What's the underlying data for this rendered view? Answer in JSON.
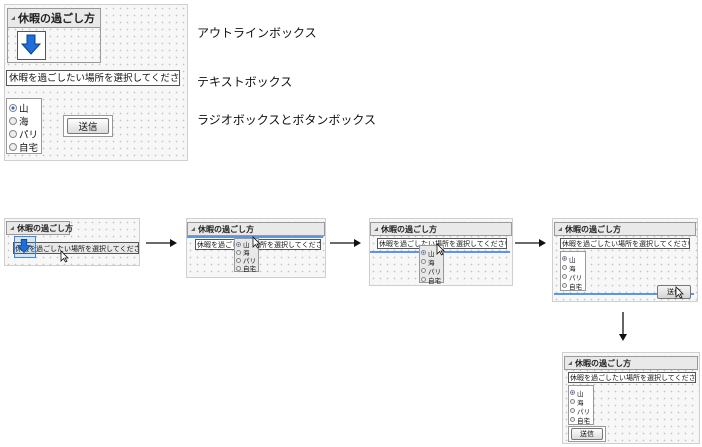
{
  "outline_title": "休暇の過ごし方",
  "textbox_text": "休暇を過ごしたい場所を選択してください。",
  "radio_options": [
    "山",
    "海",
    "パリ",
    "自宅"
  ],
  "submit_label": "送信",
  "captions": {
    "outline_box": "アウトラインボックス",
    "text_box": "テキストボックス",
    "radio_button_box": "ラジオボックスとボタンボックス"
  },
  "icons": {
    "collapse": "disclosure-triangle-icon",
    "drag": "down-arrow-icon",
    "flow": "right-arrow-icon",
    "pointer": "mouse-pointer-icon"
  },
  "colors": {
    "accent": "#2a6fd0",
    "insert_highlight": "#3f86e0"
  }
}
